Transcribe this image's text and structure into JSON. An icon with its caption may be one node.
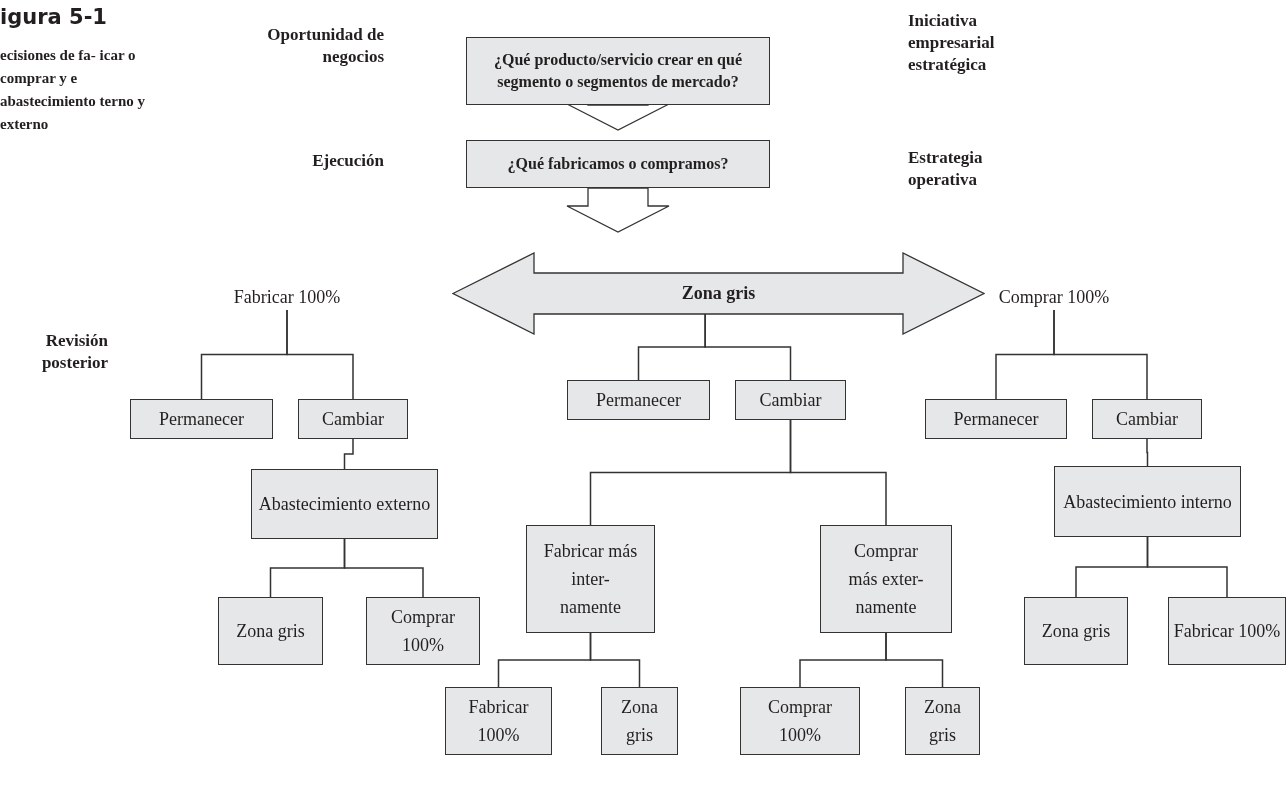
{
  "diagram": {
    "title": "igura 5-1",
    "caption": "ecisiones de fa- icar o comprar y e abastecimiento terno y externo",
    "nodes": [
      {
        "text": [
          "¿Qué producto/servicio crear en qué segmento o segmentos de mercado?"
        ]
      },
      {
        "text": [
          "¿Qué fabricamos o compramos?"
        ]
      },
      {
        "text": [
          "Zona gris"
        ]
      },
      {
        "text": [
          "Fabricar 100%"
        ]
      },
      {
        "text": [
          "Permanecer"
        ]
      },
      {
        "text": [
          "Cambiar"
        ]
      },
      {
        "text": [
          "Abastecimiento externo"
        ]
      },
      {
        "text": [
          "Zona gris"
        ]
      },
      {
        "text": [
          "Comprar 100%"
        ]
      },
      {
        "text": [
          "Permanecer"
        ]
      },
      {
        "text": [
          "Cambiar"
        ]
      },
      {
        "text": [
          "Fabricar más inter- namente"
        ]
      },
      {
        "text": [
          "Comprar más exter- namente"
        ]
      },
      {
        "text": [
          "Fabricar 100%"
        ]
      },
      {
        "text": [
          "Zona gris"
        ]
      },
      {
        "text": [
          "Comprar 100%"
        ]
      },
      {
        "text": [
          "Zona gris"
        ]
      },
      {
        "text": [
          "Comprar 100%"
        ]
      },
      {
        "text": [
          "Permanecer"
        ]
      },
      {
        "text": [
          "Cambiar"
        ]
      },
      {
        "text": [
          "Abastecimiento interno"
        ]
      },
      {
        "text": [
          "Zona gris"
        ]
      },
      {
        "text": [
          "Fabricar 100%"
        ]
      }
    ],
    "edges": [
      {
        "from": 0,
        "to": 1,
        "arrow": "to",
        "style": "thick"
      },
      {
        "from": 1,
        "to": 2,
        "arrow": "to",
        "style": "thick"
      },
      {
        "from": 3,
        "to": 4,
        "arrow": "none"
      },
      {
        "from": 3,
        "to": 5,
        "arrow": "none"
      },
      {
        "from": 5,
        "to": 6,
        "arrow": "none"
      },
      {
        "from": 6,
        "to": 7,
        "arrow": "none"
      },
      {
        "from": 6,
        "to": 8,
        "arrow": "none"
      },
      {
        "from": 2,
        "to": 9,
        "arrow": "none"
      },
      {
        "from": 2,
        "to": 10,
        "arrow": "none"
      },
      {
        "from": 10,
        "to": 11,
        "arrow": "none"
      },
      {
        "from": 10,
        "to": 12,
        "arrow": "none"
      },
      {
        "from": 11,
        "to": 13,
        "arrow": "none"
      },
      {
        "from": 11,
        "to": 14,
        "arrow": "none"
      },
      {
        "from": 12,
        "to": 15,
        "arrow": "none"
      },
      {
        "from": 12,
        "to": 16,
        "arrow": "none"
      },
      {
        "from": 17,
        "to": 18,
        "arrow": "none"
      },
      {
        "from": 17,
        "to": 19,
        "arrow": "none"
      },
      {
        "from": 19,
        "to": 20,
        "arrow": "none"
      },
      {
        "from": 20,
        "to": 21,
        "arrow": "none"
      },
      {
        "from": 20,
        "to": 22,
        "arrow": "none"
      }
    ],
    "labels": [
      "Oportunidad de negocios",
      "Iniciativa empresarial estratégica",
      "Ejecución",
      "Estrategia operativa",
      "Revisión posterior"
    ]
  }
}
